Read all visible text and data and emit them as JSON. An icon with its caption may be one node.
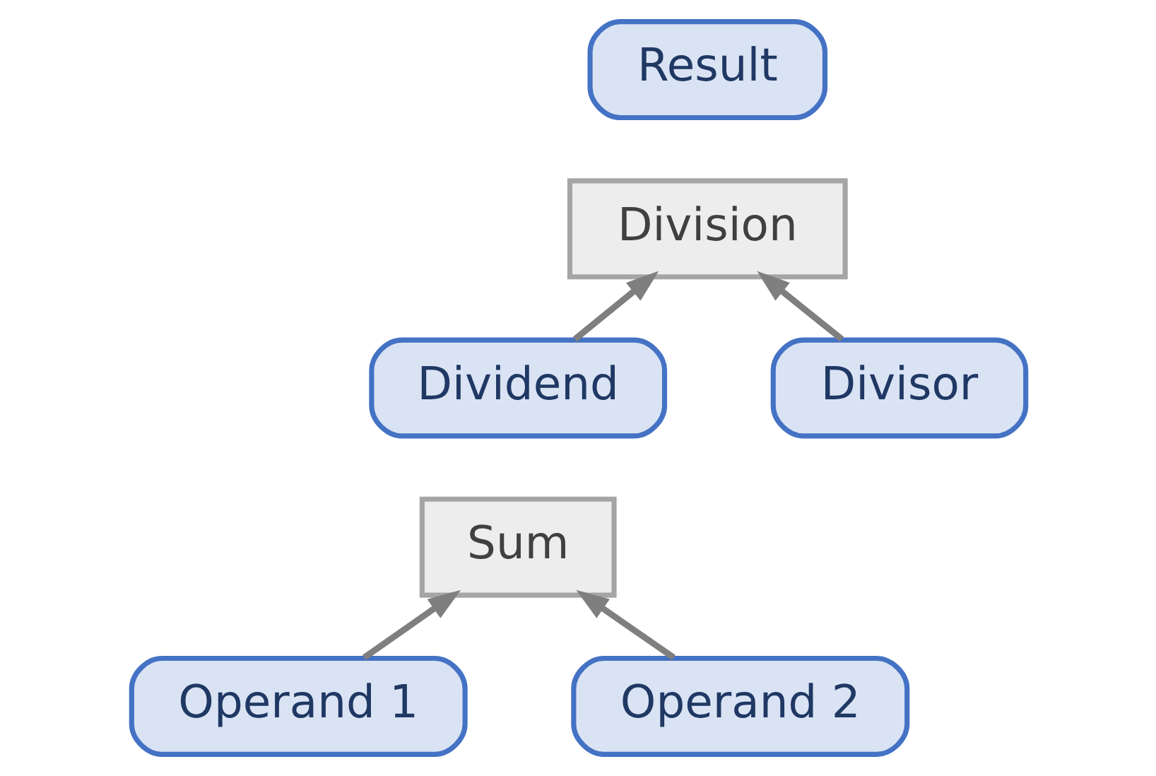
{
  "diagram": {
    "nodes": [
      {
        "text": [
          "Result"
        ]
      },
      {
        "text": [
          "Division"
        ]
      },
      {
        "text": [
          "Dividend"
        ]
      },
      {
        "text": [
          "Divisor"
        ]
      },
      {
        "text": [
          "Sum"
        ]
      },
      {
        "text": [
          "Operand 1"
        ]
      },
      {
        "text": [
          "Operand 2"
        ]
      }
    ],
    "edges": [
      {
        "from": 2,
        "to": 1,
        "arrow": "to"
      },
      {
        "from": 3,
        "to": 1,
        "arrow": "to"
      },
      {
        "from": 5,
        "to": 4,
        "arrow": "to"
      },
      {
        "from": 6,
        "to": 4,
        "arrow": "to"
      }
    ]
  }
}
